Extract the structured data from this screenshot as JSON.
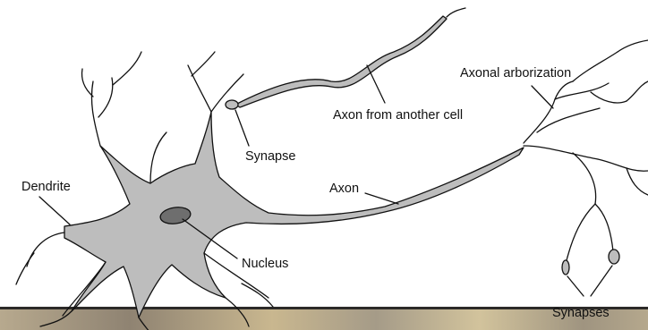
{
  "labels": {
    "axonal_arborization": "Axonal arborization",
    "axon_from_another_cell": "Axon from another cell",
    "synapse": "Synapse",
    "dendrite": "Dendrite",
    "axon": "Axon",
    "nucleus": "Nucleus",
    "synapses": "Synapses"
  },
  "colors": {
    "cell_fill": "#bdbdbd",
    "nucleus_fill": "#6e6e6e",
    "line": "#111111"
  }
}
